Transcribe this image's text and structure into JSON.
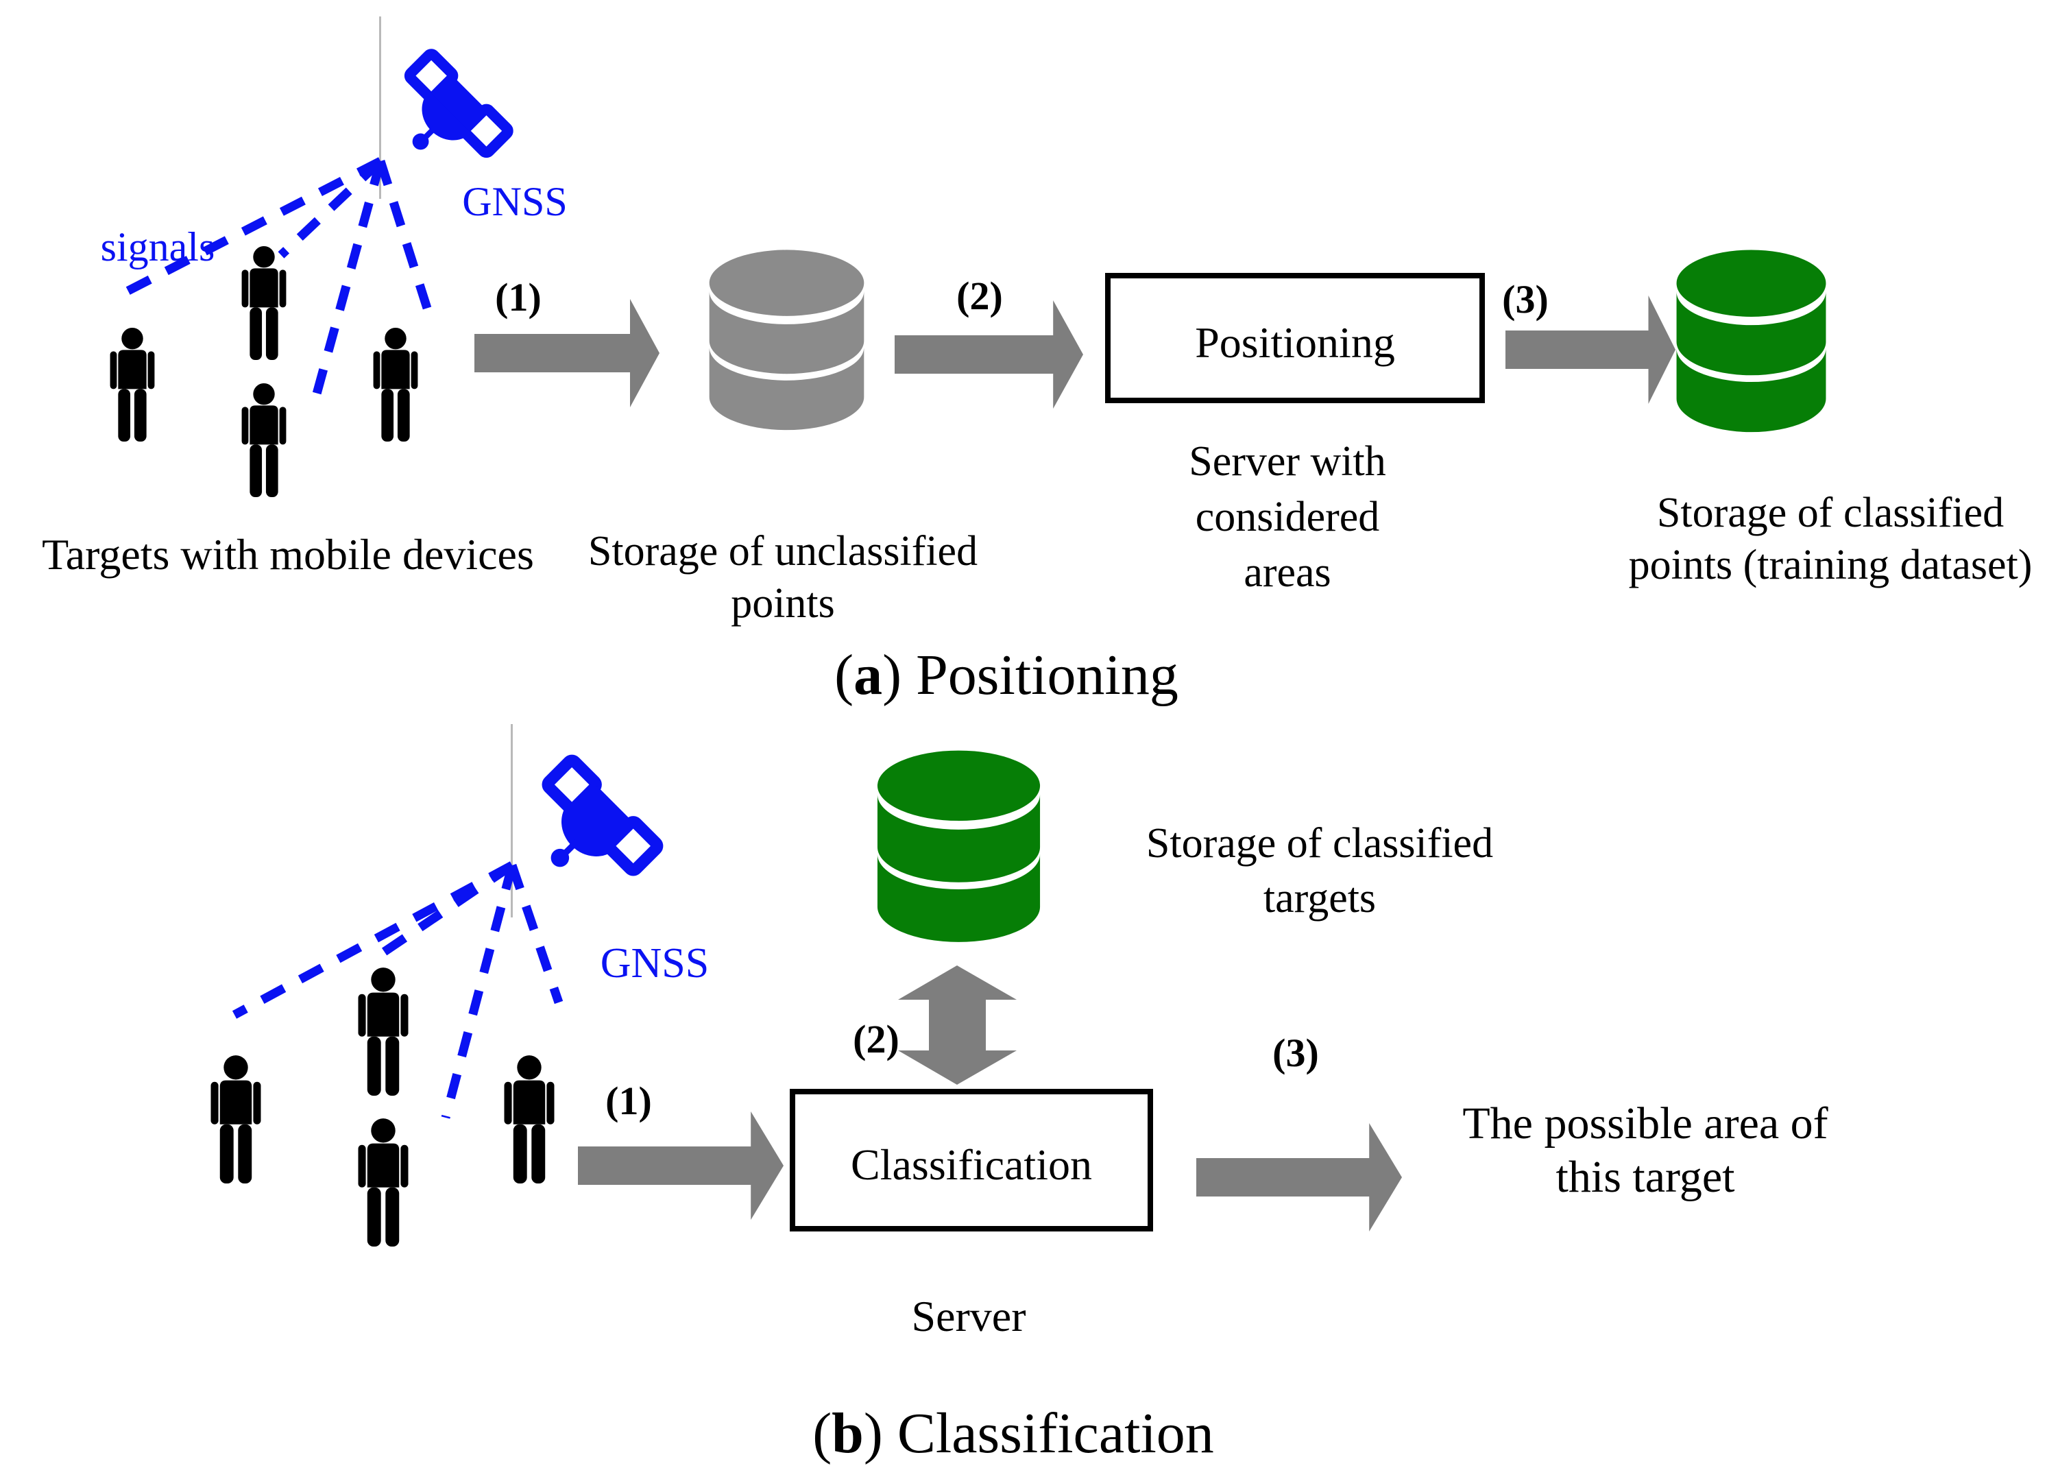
{
  "colors": {
    "signal_blue": "#0a12f2",
    "database_gray": "#8b8b8b",
    "database_green": "#067e06",
    "arrow_gray": "#7e7e7e",
    "guide_line_gray": "#b9b9b9",
    "text_black": "#000000"
  },
  "panel_a": {
    "signals_label": "signals",
    "gnss_label": "GNSS",
    "targets_caption": "Targets with mobile devices",
    "steps": {
      "s1": "(1)",
      "s2": "(2)",
      "s3": "(3)"
    },
    "unclassified_storage": {
      "line1": "Storage of unclassified",
      "line2": "points"
    },
    "server_box_label": "Positioning",
    "server_caption": {
      "line1": "Server with",
      "line2": "considered",
      "line3": "areas"
    },
    "classified_storage": {
      "line1": "Storage of classified",
      "line2": "points (training dataset)"
    },
    "caption": {
      "open": "(",
      "letter": "a",
      "close": ")",
      "label": "Positioning"
    }
  },
  "panel_b": {
    "gnss_label": "GNSS",
    "steps": {
      "s1": "(1)",
      "s2": "(2)",
      "s3": "(3)"
    },
    "classified_targets_storage": {
      "line1": "Storage of classified",
      "line2": "targets"
    },
    "server_box_label": "Classification",
    "server_caption": "Server",
    "result_text": {
      "line1": "The possible area of",
      "line2": "this target"
    },
    "caption": {
      "open": "(",
      "letter": "b",
      "close": ")",
      "label": "Classification"
    }
  }
}
